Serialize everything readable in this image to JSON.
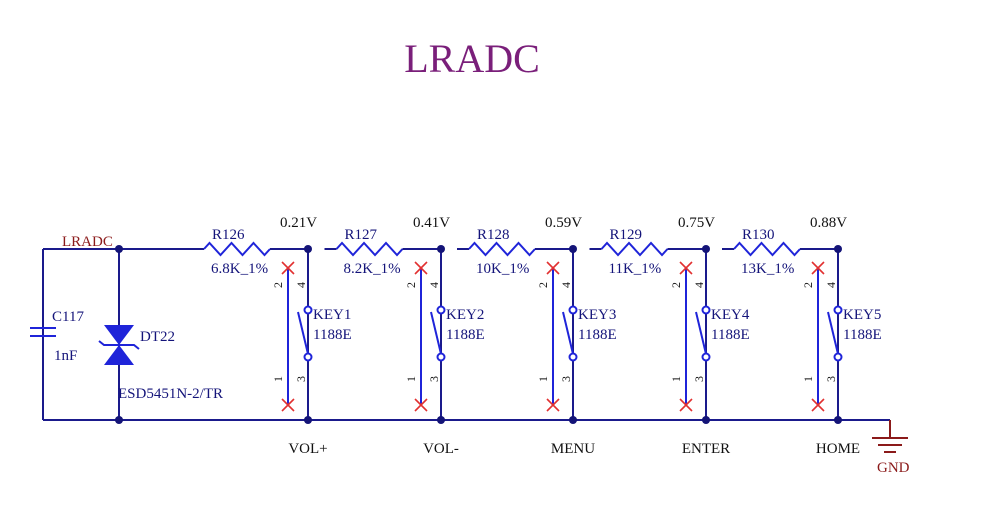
{
  "title": "LRADC",
  "net_label": "LRADC",
  "capacitor": {
    "ref": "C117",
    "value": "1nF"
  },
  "tvs": {
    "ref": "DT22",
    "part": "ESD5451N-2/TR"
  },
  "ground_label": "GND",
  "stages": [
    {
      "resistor": "R126",
      "resistor_value": "6.8K_1%",
      "voltage": "0.21V",
      "key_ref": "KEY1",
      "key_part": "1188E",
      "button": "VOL+"
    },
    {
      "resistor": "R127",
      "resistor_value": "8.2K_1%",
      "voltage": "0.41V",
      "key_ref": "KEY2",
      "key_part": "1188E",
      "button": "VOL-"
    },
    {
      "resistor": "R128",
      "resistor_value": "10K_1%",
      "voltage": "0.59V",
      "key_ref": "KEY3",
      "key_part": "1188E",
      "button": "MENU"
    },
    {
      "resistor": "R129",
      "resistor_value": "11K_1%",
      "voltage": "0.75V",
      "key_ref": "KEY4",
      "key_part": "1188E",
      "button": "ENTER"
    },
    {
      "resistor": "R130",
      "resistor_value": "13K_1%",
      "voltage": "0.88V",
      "key_ref": "KEY5",
      "key_part": "1188E",
      "button": "HOME"
    }
  ],
  "switch_pins": {
    "p1": "1",
    "p2": "2",
    "p3": "3",
    "p4": "4"
  },
  "colors": {
    "title": "#7a1f7a",
    "wire": "#1a1a8c",
    "component": "#1f24d9",
    "net_label": "#8b1a1a",
    "no_connect": "#e23030",
    "ground": "#8b1a1a"
  }
}
